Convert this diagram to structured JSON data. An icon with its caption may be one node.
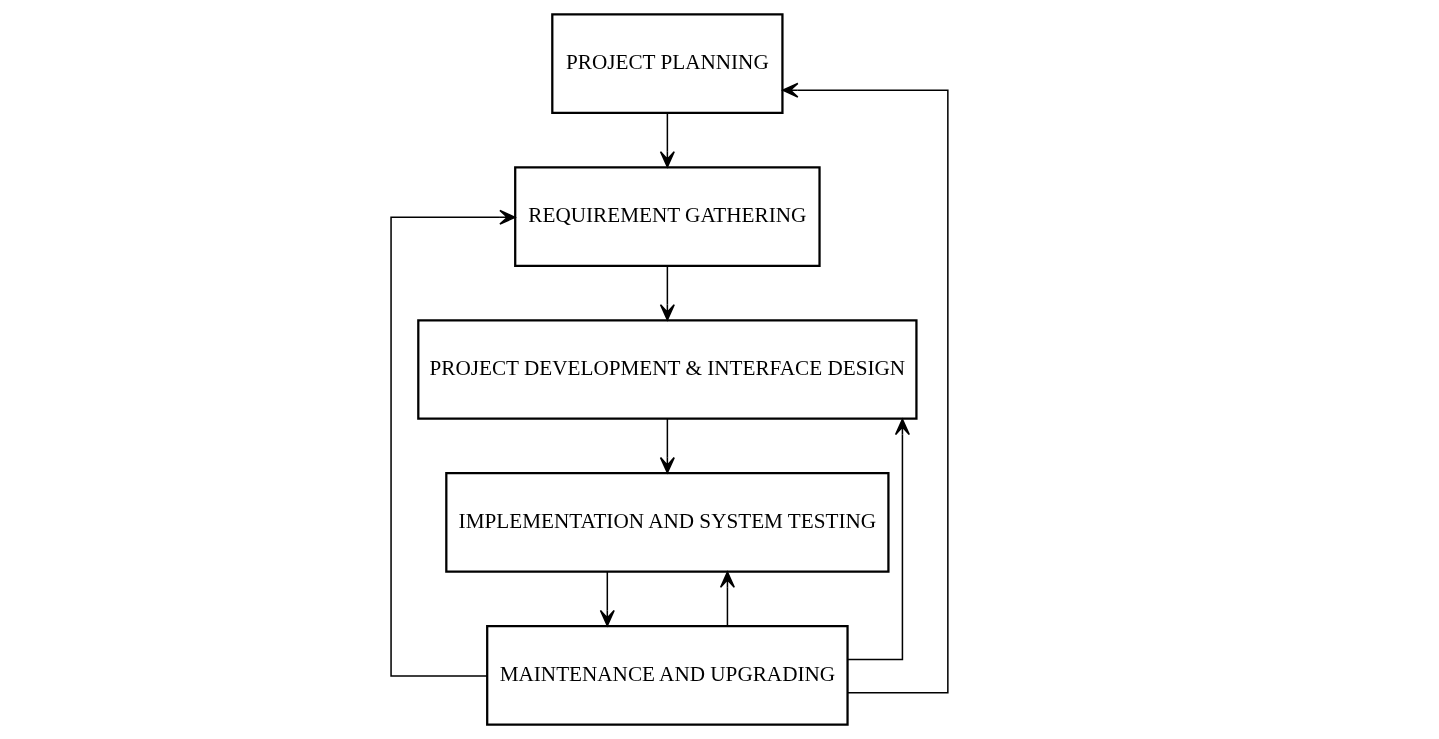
{
  "diagram": {
    "nodes": [
      {
        "text": [
          "PROJECT PLANNING"
        ]
      },
      {
        "text": [
          "REQUIREMENT GATHERING"
        ]
      },
      {
        "text": [
          "PROJECT DEVELOPMENT & INTERFACE DESIGN"
        ]
      },
      {
        "text": [
          "IMPLEMENTATION AND SYSTEM TESTING"
        ]
      },
      {
        "text": [
          "MAINTENANCE AND UPGRADING"
        ]
      }
    ],
    "edges": [
      {
        "from": 0,
        "to": 1,
        "arrow": "to"
      },
      {
        "from": 1,
        "to": 2,
        "arrow": "to"
      },
      {
        "from": 2,
        "to": 3,
        "arrow": "to"
      },
      {
        "from": 3,
        "to": 4,
        "arrow": "to"
      },
      {
        "from": 4,
        "to": 0,
        "arrow": "to"
      },
      {
        "from": 4,
        "to": 1,
        "arrow": "to"
      },
      {
        "from": 4,
        "to": 2,
        "arrow": "to"
      },
      {
        "from": 4,
        "to": 3,
        "arrow": "to"
      }
    ]
  }
}
